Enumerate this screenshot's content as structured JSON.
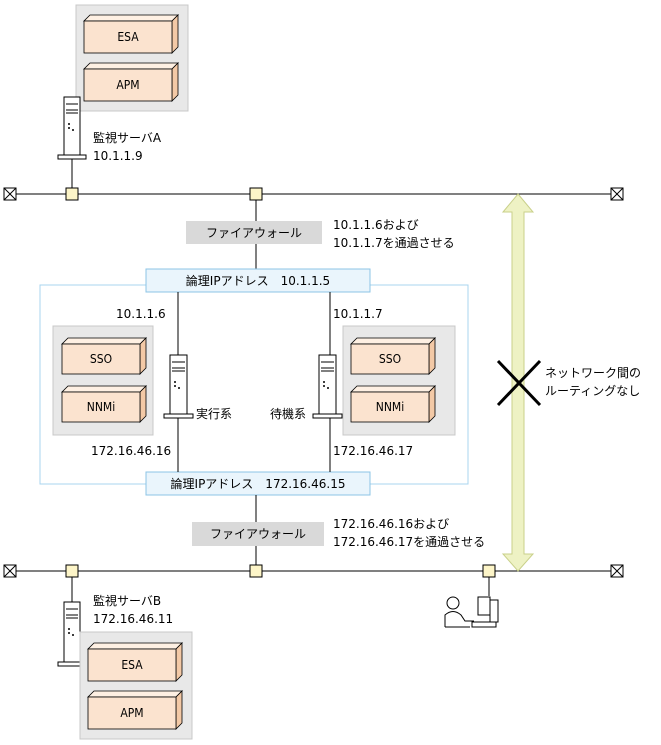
{
  "colors": {
    "line": "#000000",
    "tray": "#e8e8e8",
    "tray_border": "#c8c8c8",
    "box_fill": "#fbe3cf",
    "box_side": "#f3c9a6",
    "box_top": "#fef0e3",
    "junction": "#fdf5c8",
    "firewall_fill": "#d9d9d9",
    "vip_fill": "#eaf5fc",
    "vip_border": "#8cc4e6",
    "cluster_border": "#a8d4ef",
    "arrow_fill": "#eef2c4",
    "arrow_stroke": "#c9d08a"
  },
  "server_a": {
    "label": "監視サーバA",
    "ip": "10.1.1.9",
    "apps": [
      "ESA",
      "APM"
    ]
  },
  "server_b": {
    "label": "監視サーバB",
    "ip": "172.16.46.11",
    "apps": [
      "ESA",
      "APM"
    ]
  },
  "firewall_top": {
    "label": "ファイアウォール",
    "note_line1": "10.1.1.6および",
    "note_line2": "10.1.1.7を通過させる"
  },
  "firewall_bottom": {
    "label": "ファイアウォール",
    "note_line1": "172.16.46.16および",
    "note_line2": "172.16.46.17を通過させる"
  },
  "vip_top": {
    "label": "論理IPアドレス　10.1.1.5"
  },
  "vip_bottom": {
    "label": "論理IPアドレス　172.16.46.15"
  },
  "node_active": {
    "label": "実行系",
    "ip_top": "10.1.1.6",
    "ip_bottom": "172.16.46.16",
    "apps": [
      "SSO",
      "NNMi"
    ]
  },
  "node_standby": {
    "label": "待機系",
    "ip_top": "10.1.1.7",
    "ip_bottom": "172.16.46.17",
    "apps": [
      "SSO",
      "NNMi"
    ]
  },
  "no_routing": {
    "line1": "ネットワーク間の",
    "line2": "ルーティングなし"
  },
  "icons": {
    "server": "tower-server-icon",
    "terminator": "network-terminator-icon",
    "junction": "network-junction-icon",
    "client": "operator-workstation-icon",
    "cross": "cross-mark-icon"
  }
}
